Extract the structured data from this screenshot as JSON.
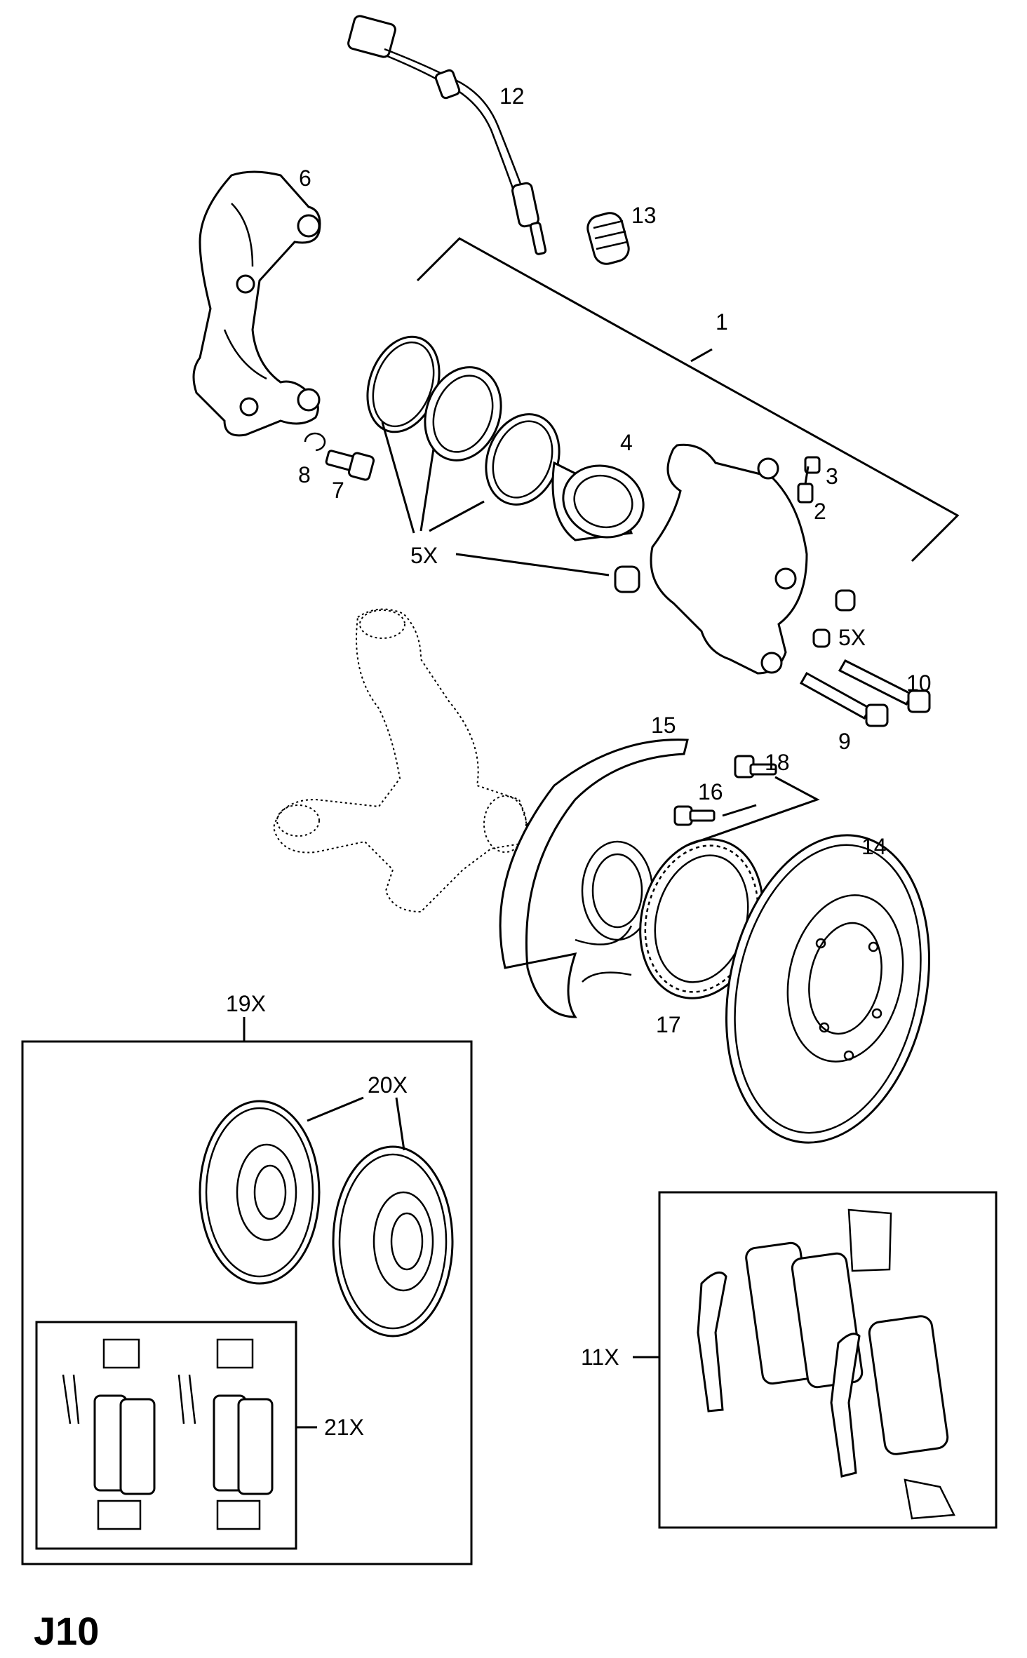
{
  "page_code": "J10",
  "labels": {
    "l1": "1",
    "l2": "2",
    "l3": "3",
    "l4": "4",
    "l5x_a": "5X",
    "l5x_b": "5X",
    "l6": "6",
    "l7": "7",
    "l8": "8",
    "l9": "9",
    "l10": "10",
    "l11x": "11X",
    "l12": "12",
    "l13": "13",
    "l14": "14",
    "l15": "15",
    "l16": "16",
    "l17": "17",
    "l18": "18",
    "l19x": "19X",
    "l20x": "20X",
    "l21x": "21X"
  }
}
